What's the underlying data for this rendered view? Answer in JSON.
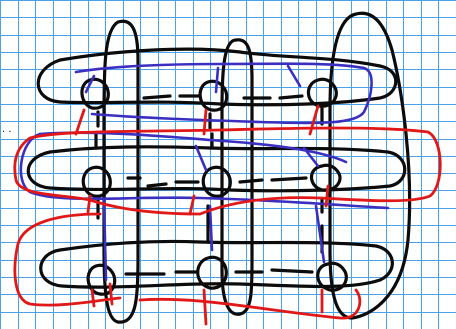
{
  "colors": {
    "background": "#ffffff",
    "grid": "#4aa3e8",
    "black_ink": "#0b0b0b",
    "blue_ink": "#3b2fc0",
    "red_ink": "#e01818"
  },
  "sketch": {
    "rows": 3,
    "columns": 3,
    "grid_square_count_x": 26,
    "grid_square_count_y": 19,
    "stray_mark": ". ."
  }
}
